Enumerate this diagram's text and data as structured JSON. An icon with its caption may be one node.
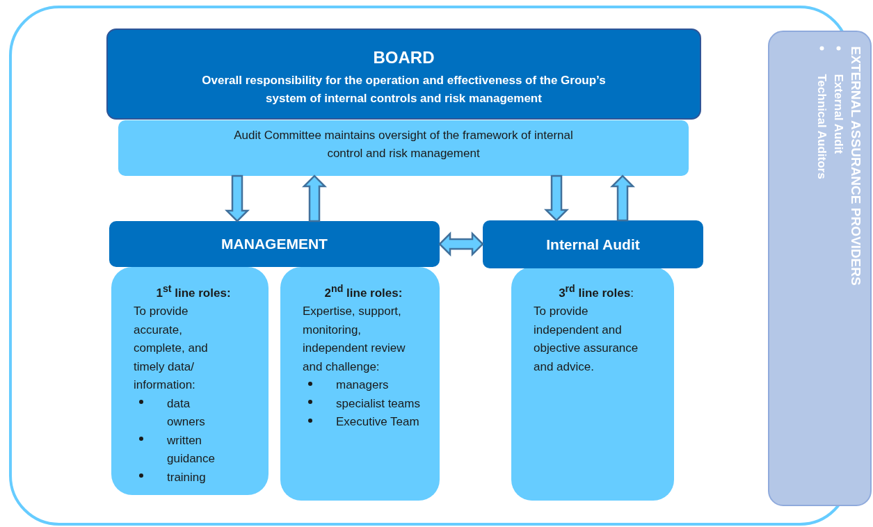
{
  "diagram": {
    "nodes": [
      {
        "text": [
          "BOARD",
          "Overall responsibility for the operation and effectiveness of the Group’s system of internal controls and risk management"
        ]
      },
      {
        "text": [
          "Audit Committee maintains oversight of the framework of internal control and risk management"
        ]
      },
      {
        "text": [
          "MANAGEMENT"
        ]
      },
      {
        "text": [
          "Internal Audit"
        ]
      },
      {
        "text": [
          "**1$^{st}$ line roles:**",
          "To provide accurate, complete, and timely data/ information:",
          "data owners",
          "written guidance",
          "training"
        ]
      },
      {
        "text": [
          "**2$^{nd}$ line roles:**",
          "Expertise, support, monitoring, independent review and challenge:",
          "managers",
          "specialist teams",
          "Executive Team"
        ]
      },
      {
        "text": [
          "**3$^{rd}$ line roles**:",
          "To provide independent and objective assurance and advice."
        ]
      },
      {
        "text": [
          "EXTERNAL ASSURANCE PROVIDERS",
          "External Audit",
          "Technical Auditors"
        ]
      }
    ],
    "edges": [
      {
        "from": 1,
        "to": 2,
        "arrow": "to"
      },
      {
        "from": 2,
        "to": 1,
        "arrow": "to"
      },
      {
        "from": 1,
        "to": 3,
        "arrow": "to"
      },
      {
        "from": 3,
        "to": 1,
        "arrow": "to"
      },
      {
        "from": 2,
        "to": 3,
        "arrow": "both"
      }
    ]
  }
}
